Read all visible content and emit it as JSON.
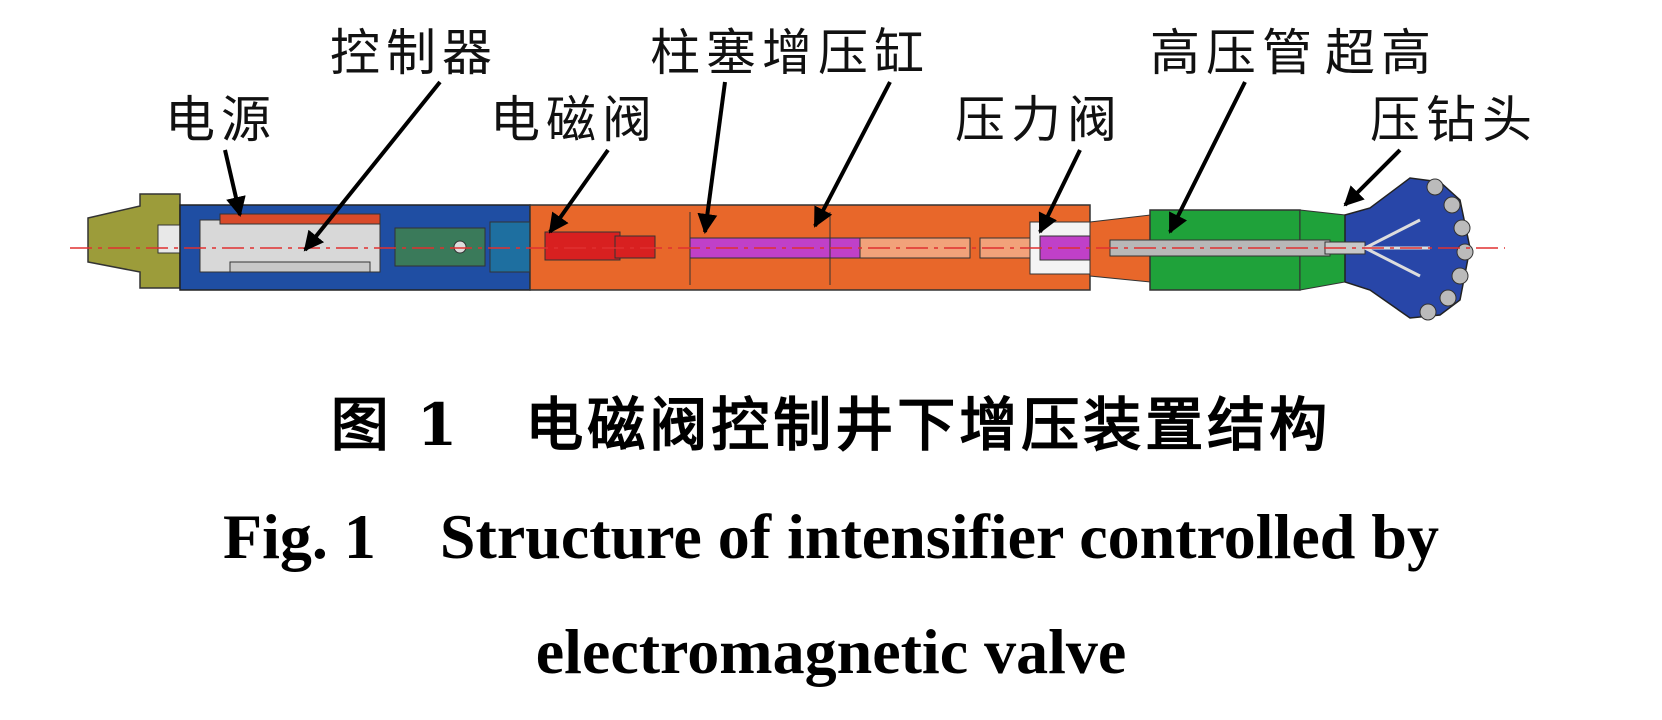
{
  "labels": {
    "power": "电源",
    "controller": "控制器",
    "solenoid_valve": "电磁阀",
    "plunger_cylinder": "柱塞增压缸",
    "pressure_valve": "压力阀",
    "high_pressure_pipe": "高压管",
    "drill_bit_line1": "超高",
    "drill_bit_line2": "压钻头"
  },
  "caption": {
    "zh_number": "图 1",
    "zh_title": "电磁阀控制井下增压装置结构",
    "en_number": "Fig. 1",
    "en_title_line1": "Structure of intensifier controlled by",
    "en_title_line2": "electromagnetic valve"
  },
  "colors": {
    "olive": "#9c9c3a",
    "blue": "#1f4ea3",
    "orange": "#e8672a",
    "magenta": "#c040c8",
    "red": "#d82020",
    "green": "#1fa23a",
    "bit_blue": "#2846a8",
    "centerline": "#e03030"
  }
}
